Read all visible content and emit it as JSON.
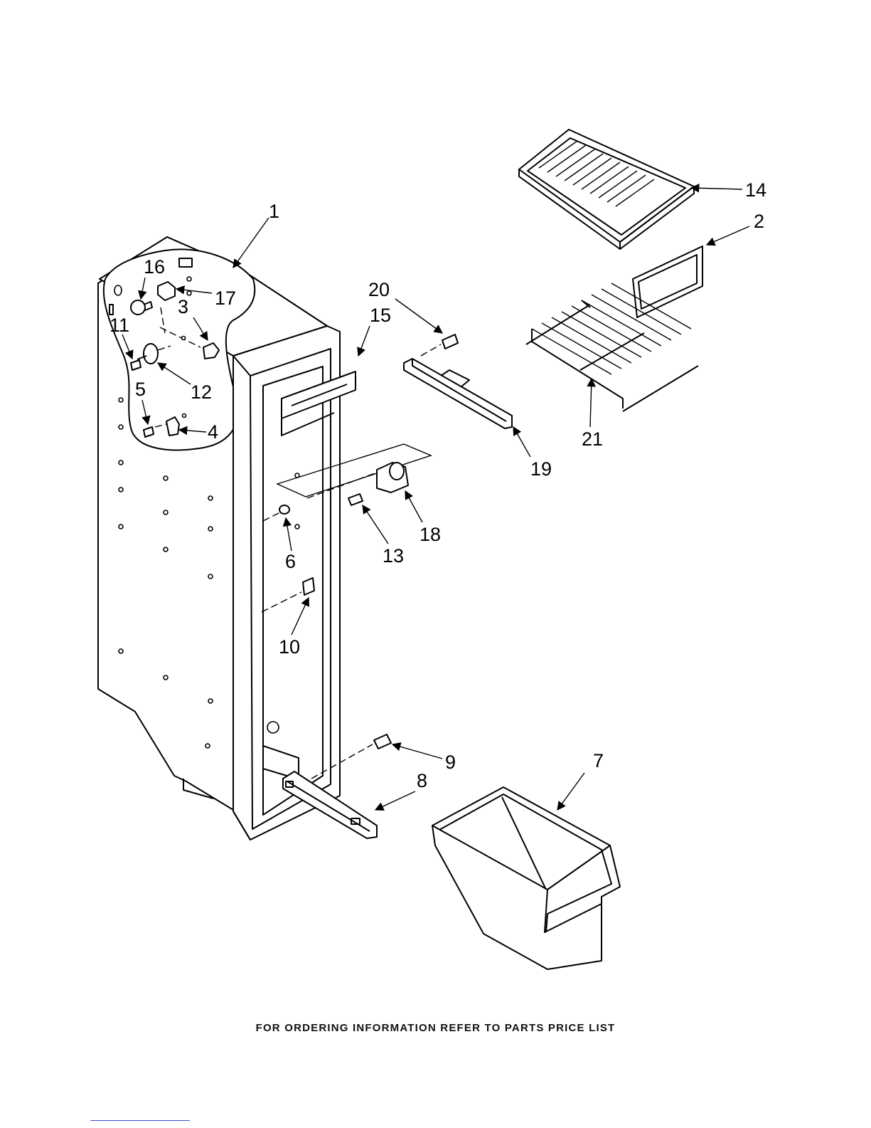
{
  "diagram": {
    "callouts": [
      "1",
      "2",
      "3",
      "4",
      "5",
      "6",
      "7",
      "8",
      "9",
      "10",
      "11",
      "12",
      "13",
      "14",
      "15",
      "16",
      "17",
      "18",
      "19",
      "20",
      "21"
    ]
  },
  "footer": {
    "note": "FOR ORDERING INFORMATION REFER TO PARTS PRICE LIST"
  }
}
